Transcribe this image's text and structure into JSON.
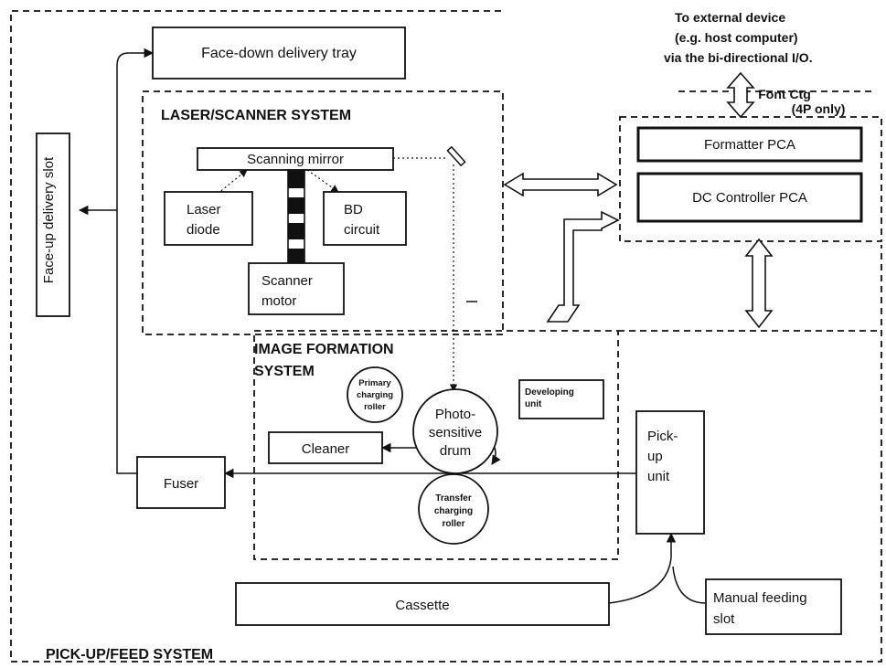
{
  "external_note": {
    "line1": "To external device",
    "line2": "(e.g. host computer)",
    "line3": "via the bi-directional I/O."
  },
  "font_ctg": {
    "line1": "Font Ctg",
    "line2": "(4P only)"
  },
  "boxes": {
    "face_down_tray": "Face-down delivery tray",
    "face_up_slot": "Face-up delivery slot",
    "scanning_mirror": "Scanning mirror",
    "laser_diode": [
      "Laser",
      "diode"
    ],
    "bd_circuit": [
      "BD",
      "circuit"
    ],
    "scanner_motor": [
      "Scanner",
      "motor"
    ],
    "formatter_pca": "Formatter PCA",
    "dc_controller_pca": "DC Controller PCA",
    "primary_roller": [
      "Primary",
      "charging",
      "roller"
    ],
    "drum": [
      "Photo-",
      "sensitive",
      "drum"
    ],
    "developing_unit": [
      "Developing",
      "unit"
    ],
    "cleaner": "Cleaner",
    "fuser": "Fuser",
    "transfer_roller": [
      "Transfer",
      "charging",
      "roller"
    ],
    "pickup_unit": [
      "Pick-",
      "up",
      "unit"
    ],
    "cassette": "Cassette",
    "manual_feed": [
      "Manual feeding",
      "slot"
    ]
  },
  "systems": {
    "laser_scanner": "LASER/SCANNER SYSTEM",
    "image_formation": [
      "IMAGE FORMATION",
      "SYSTEM"
    ],
    "pickup_feed": "PICK-UP/FEED SYSTEM"
  }
}
